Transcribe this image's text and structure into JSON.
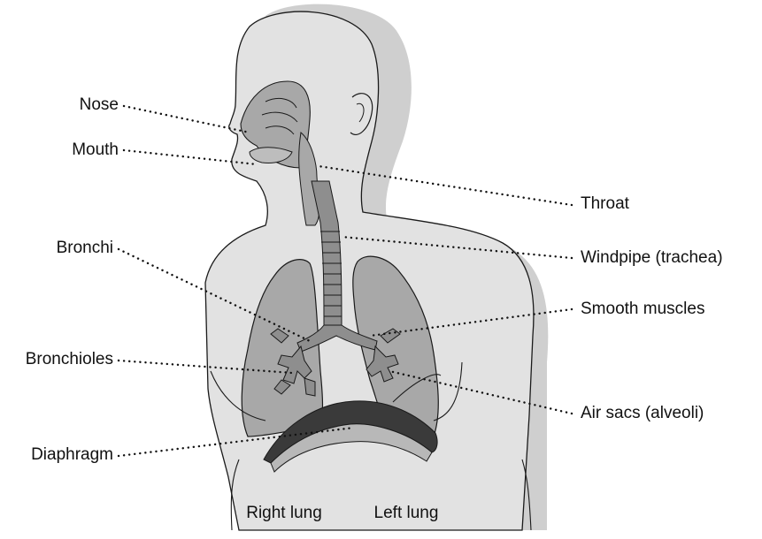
{
  "labels": {
    "nose": "Nose",
    "mouth": "Mouth",
    "bronchi": "Bronchi",
    "bronchioles": "Bronchioles",
    "diaphragm": "Diaphragm",
    "throat": "Throat",
    "windpipe": "Windpipe (trachea)",
    "smooth_muscles": "Smooth muscles",
    "air_sacs": "Air sacs (alveoli)",
    "right_lung": "Right lung",
    "left_lung": "Left lung"
  },
  "colors": {
    "shadow": "#cfcfcf",
    "body_fill": "#e2e2e2",
    "lung_fill": "#a8a8a8",
    "airway_fill": "#8e8e8e",
    "diaphragm_fill": "#3a3a3a",
    "outline": "#1a1a1a",
    "leader": "#111111"
  }
}
